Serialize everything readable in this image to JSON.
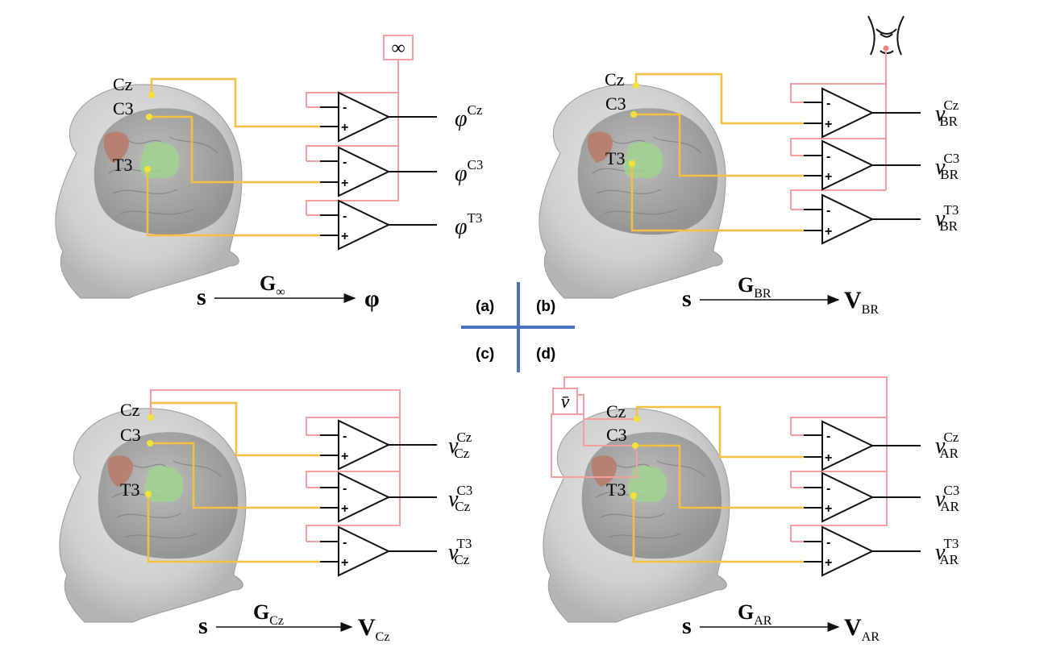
{
  "panels": {
    "a": {
      "label": "(a)",
      "reference_symbol": "∞",
      "eq": {
        "lhs": "s",
        "op": "G",
        "op_sub": "∞",
        "rhs": "φ",
        "rhs_sub": ""
      },
      "outputs": [
        {
          "sym": "φ",
          "sup": "Cz",
          "sub": ""
        },
        {
          "sym": "φ",
          "sup": "C3",
          "sub": ""
        },
        {
          "sym": "φ",
          "sup": "T3",
          "sub": ""
        }
      ]
    },
    "b": {
      "label": "(b)",
      "eq": {
        "lhs": "s",
        "op": "G",
        "op_sub": "BR",
        "rhs": "V",
        "rhs_sub": "BR"
      },
      "outputs": [
        {
          "sym": "v",
          "sup": "Cz",
          "sub": "BR"
        },
        {
          "sym": "v",
          "sup": "C3",
          "sub": "BR"
        },
        {
          "sym": "v",
          "sup": "T3",
          "sub": "BR"
        }
      ]
    },
    "c": {
      "label": "(c)",
      "eq": {
        "lhs": "s",
        "op": "G",
        "op_sub": "Cz",
        "rhs": "V",
        "rhs_sub": "Cz"
      },
      "outputs": [
        {
          "sym": "v",
          "sup": "Cz",
          "sub": "Cz"
        },
        {
          "sym": "v",
          "sup": "C3",
          "sub": "Cz"
        },
        {
          "sym": "v",
          "sup": "T3",
          "sub": "Cz"
        }
      ]
    },
    "d": {
      "label": "(d)",
      "average_symbol": "v̄",
      "eq": {
        "lhs": "s",
        "op": "G",
        "op_sub": "AR",
        "rhs": "V",
        "rhs_sub": "AR"
      },
      "outputs": [
        {
          "sym": "v",
          "sup": "Cz",
          "sub": "AR"
        },
        {
          "sym": "v",
          "sup": "C3",
          "sub": "AR"
        },
        {
          "sym": "v",
          "sup": "T3",
          "sub": "AR"
        }
      ]
    }
  },
  "electrodes": [
    "Cz",
    "C3",
    "T3"
  ],
  "amp_signs": {
    "minus": "-",
    "plus": "+"
  },
  "colors": {
    "signal_wire": "#f5c040",
    "reference_wire": "#f0a0a0",
    "divider": "#4a74c0",
    "electrode": "#f2e23a",
    "head": "#c9c9c9",
    "brain": "#9e9e9e",
    "region_motor": "#9fd68c",
    "region_frontal": "#b87a66"
  }
}
